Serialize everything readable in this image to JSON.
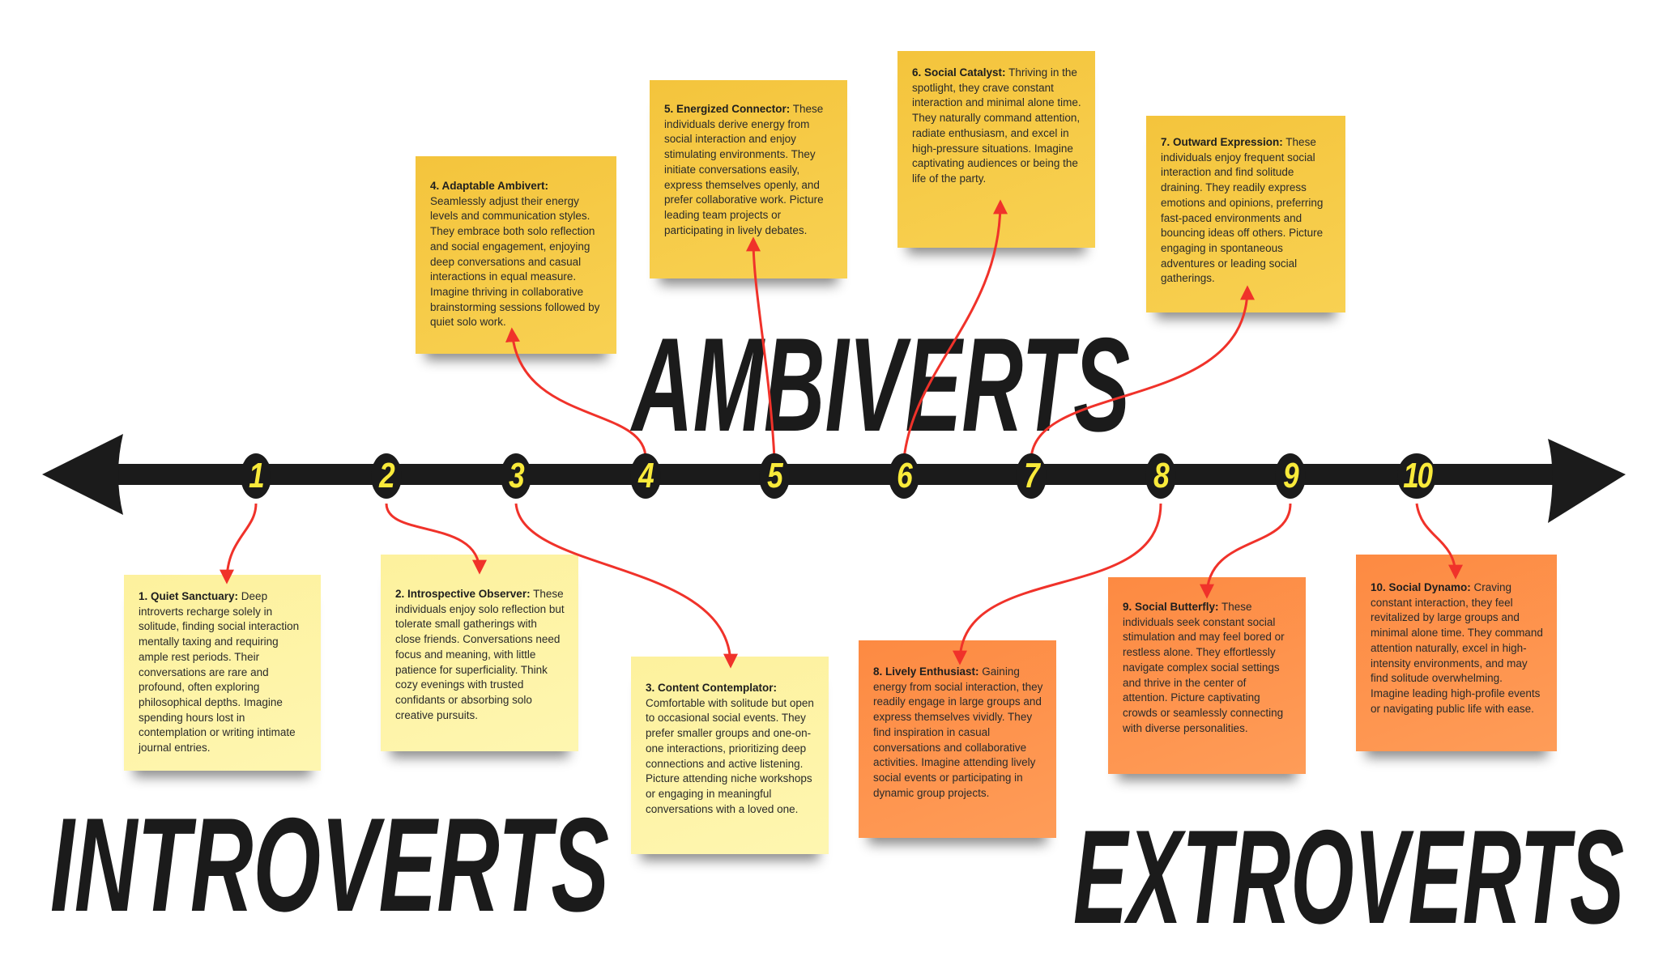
{
  "headings": {
    "ambiverts": "AMBIVERTS",
    "introverts": "INTROVERTS",
    "extroverts": "EXTROVERTS"
  },
  "scale": [
    "1",
    "2",
    "3",
    "4",
    "5",
    "6",
    "7",
    "8",
    "9",
    "10"
  ],
  "notes": [
    {
      "title": "1. Quiet Sanctuary:",
      "body": " Deep introverts recharge solely in solitude, finding social interaction mentally taxing and requiring ample rest periods. Their conversations are rare and profound, often exploring philosophical depths. Imagine spending hours lost in contemplation or writing intimate journal entries."
    },
    {
      "title": "2. Introspective Observer:",
      "body": " These individuals enjoy solo reflection but tolerate small gatherings with close friends. Conversations need focus and meaning, with little patience for superficiality. Think cozy evenings with trusted confidants or absorbing solo creative pursuits."
    },
    {
      "title": "3. Content Contemplator:",
      "body": " Comfortable with solitude but open to occasional social events. They prefer smaller groups and one-on-one interactions, prioritizing deep connections and active listening. Picture attending niche workshops or engaging in meaningful conversations with a loved one."
    },
    {
      "title": "4. Adaptable Ambivert:",
      "body": " Seamlessly adjust their energy levels and communication styles. They embrace both solo reflection and social engagement, enjoying deep conversations and casual interactions in equal measure. Imagine thriving in collaborative brainstorming sessions followed by quiet solo work."
    },
    {
      "title": "5. Energized Connector:",
      "body": " These individuals derive energy from social interaction and enjoy stimulating environments. They initiate conversations easily, express themselves openly, and prefer collaborative work. Picture leading team projects or participating in lively debates."
    },
    {
      "title": "6. Social Catalyst:",
      "body": " Thriving in the spotlight, they crave constant interaction and minimal alone time. They naturally command attention, radiate enthusiasm, and excel in high-pressure situations. Imagine captivating audiences or being the life of the party."
    },
    {
      "title": "7. Outward Expression:",
      "body": " These individuals enjoy frequent social interaction and find solitude draining. They readily express emotions and opinions, preferring fast-paced environments and bouncing ideas off others. Picture engaging in spontaneous adventures or leading social gatherings."
    },
    {
      "title": "8. Lively Enthusiast:",
      "body": " Gaining energy from social interaction, they readily engage in large groups and express themselves vividly. They find inspiration in casual conversations and collaborative activities. Imagine attending lively social events or participating in dynamic group projects."
    },
    {
      "title": "9. Social Butterfly:",
      "body": " These individuals seek constant social stimulation and may feel bored or restless alone. They effortlessly navigate complex social settings and thrive in the center of attention. Picture captivating crowds or seamlessly connecting with diverse personalities."
    },
    {
      "title": "10. Social Dynamo:",
      "body": " Craving constant interaction, they feel revitalized by large groups and minimal alone time. They command attention naturally, excel in high-intensity environments, and may find solitude overwhelming. Imagine leading high-profile events or navigating public life with ease."
    }
  ],
  "colors": {
    "introvert": "#fdf3a6",
    "ambivert": "#f6c944",
    "extrovert": "#fd9049",
    "arrow": "#f0322a",
    "axis": "#1b1b1b",
    "number": "#f9ea3a"
  }
}
